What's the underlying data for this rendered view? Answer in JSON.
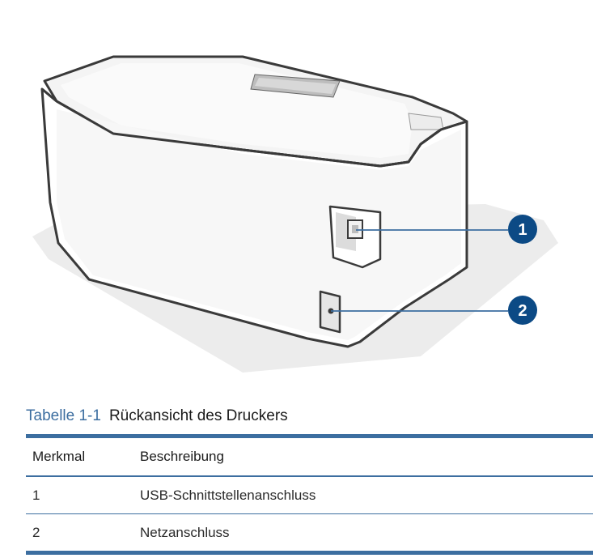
{
  "figure": {
    "callouts": [
      "1",
      "2"
    ],
    "colors": {
      "callout": "#0c4a85",
      "leader": "#3c6ea0",
      "outline": "#3a3a3a",
      "shadow": "#ececec"
    }
  },
  "table": {
    "caption_number": "Tabelle 1-1",
    "caption_title": "Rückansicht des Druckers",
    "headers": [
      "Merkmal",
      "Beschreibung"
    ],
    "rows": [
      [
        "1",
        "USB-Schnittstellenanschluss"
      ],
      [
        "2",
        "Netzanschluss"
      ]
    ]
  }
}
